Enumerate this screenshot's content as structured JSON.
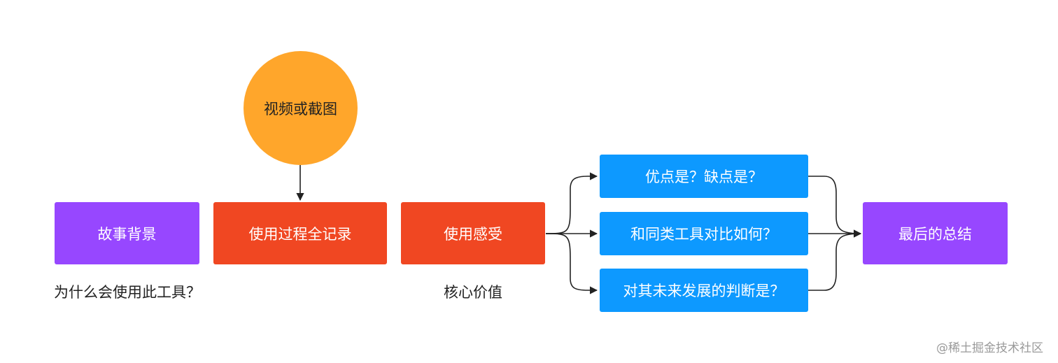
{
  "nodes": {
    "background": "故事背景",
    "record": "使用过程全记录",
    "feeling": "使用感受",
    "video": "视频或截图",
    "pros_cons": "优点是？缺点是？",
    "compare": "和同类工具对比如何？",
    "future": "对其未来发展的判断是？",
    "summary": "最后的总结"
  },
  "captions": {
    "background": "为什么会使用此工具？",
    "feeling": "核心价值"
  },
  "watermark": "@稀土掘金技术社区",
  "colors": {
    "purple": "#9747FF",
    "red": "#F04722",
    "orange": "#FFA62B",
    "blue": "#0D99FF"
  }
}
